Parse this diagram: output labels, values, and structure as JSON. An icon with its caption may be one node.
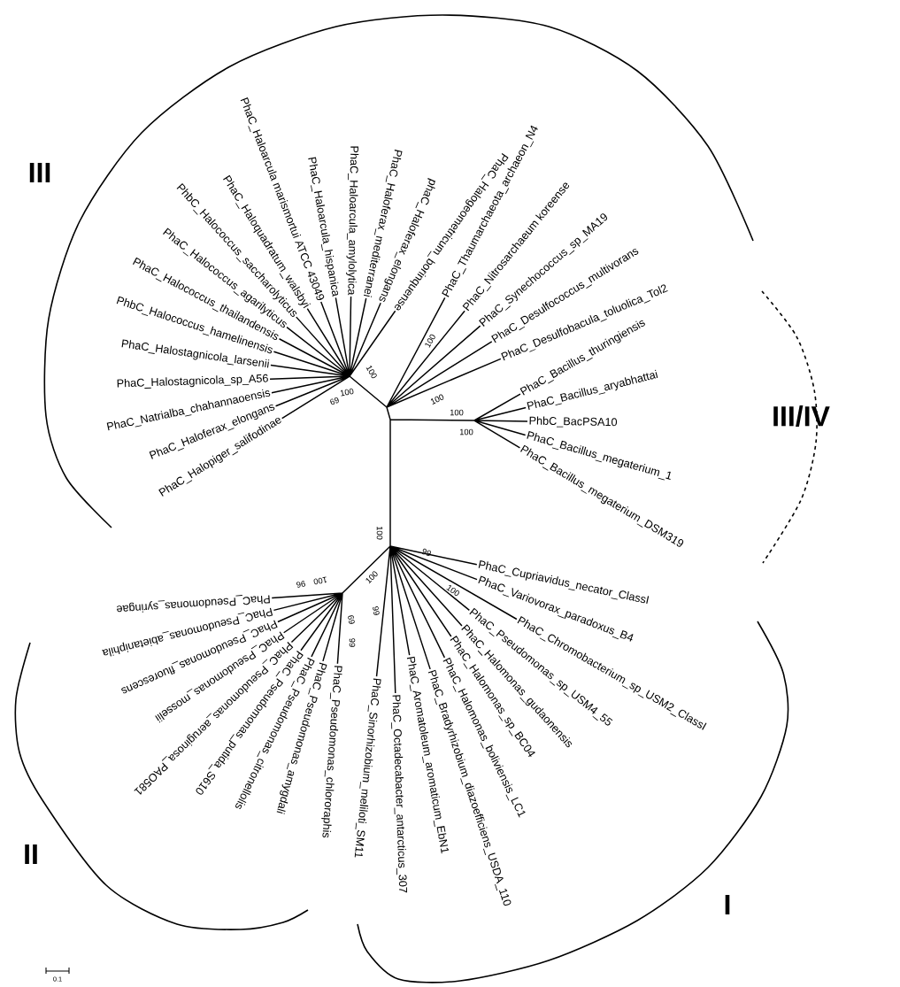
{
  "diagram": {
    "labels": [
      "III",
      "PhaC_Haloarcula marismortui ATCC 43049",
      "PhbC_Halococcus_saccharolyticus",
      "PhaC_Haloquadratum_walsbyi",
      "PhaC_Haloarcula_hispanica",
      "PhaC_Haloarcula_amylolytica",
      "PhaC_Haloferax_mediterranei",
      "phaC_Haloferax_elongans",
      "PhaC_Halogeometricum_borinquense",
      "PhaC_Halococcus_agarilyticus",
      "PhaC_Halococcus_thailandensis",
      "PhbC_Halococcus_hamelinensis",
      "PhaC_Halostagnicola_larsenii",
      "PhaC_Halostagnicola_sp_A56",
      "PhaC_Natrialba_chahannaoensis",
      "PhaC_Haloferax_elongans",
      "PhaC_Halopiger_salifodinae",
      "69",
      "100",
      "100",
      "PhaC_Thaumarchaeota_archaeon_N4",
      "PhaC_Nitrosarchaeum koreense",
      "PhaC_Synechococcus_sp_MA19",
      "PhaC_Desulfococcus_multivorans",
      "PhaC_Desulfobacula_toluolica_Tol2",
      "100",
      "100",
      "III/IV",
      "PhaC_Bacillus_thuringiensis",
      "PhaC_Bacillus_aryabhattai",
      "PhbC_BacPSA10",
      "PhaC_Bacillus_megaterium_1",
      "PhaC_Bacillus_megaterium_DSM319",
      "100",
      "100",
      "100",
      "PhaC_Cupriavidus_necator_ClassI",
      "PhaC_Variovorax_paradoxus_B4",
      "PhaC_Sinorhizobium_meliloti_SM11",
      "PhaC_Octadecabacter_antarcticus_307",
      "PhaC_Aromatoleum_aromaticum_EbN1",
      "PhaC_Bradyrhizobium_diazoefficiens_USDA_110",
      "PhaC_Halomonas_boliviensis_LC1",
      "PhaC_Halomonas_sp_BC04",
      "PhaC_Halomonas_gudaonensis",
      "PhaC_Pseudomonas_sp_USM4_55",
      "PhaC_Chromobacterium_sp_USM2_ClassI",
      "99",
      "99",
      "100",
      "PhaC_Pseudomonas_syringae",
      "PhaC_Pseudomonas_abietaniphila",
      "PhaC_Pseudomonas_fluorescens",
      "PhaC_Pseudomonas_mosselii",
      "PhaC_Pseudomonas_aeruginosa_PAO581",
      "PhaC_Pseudomonas_putida_S610",
      "PhaC_Pseudomonas_citronellolis",
      "PhaC_Pseudomonas_amygdali",
      "PhaC_Pseudomonas_chlororaphis",
      "96",
      "100",
      "100",
      "69",
      "99",
      "II",
      "I",
      "0.1"
    ]
  }
}
